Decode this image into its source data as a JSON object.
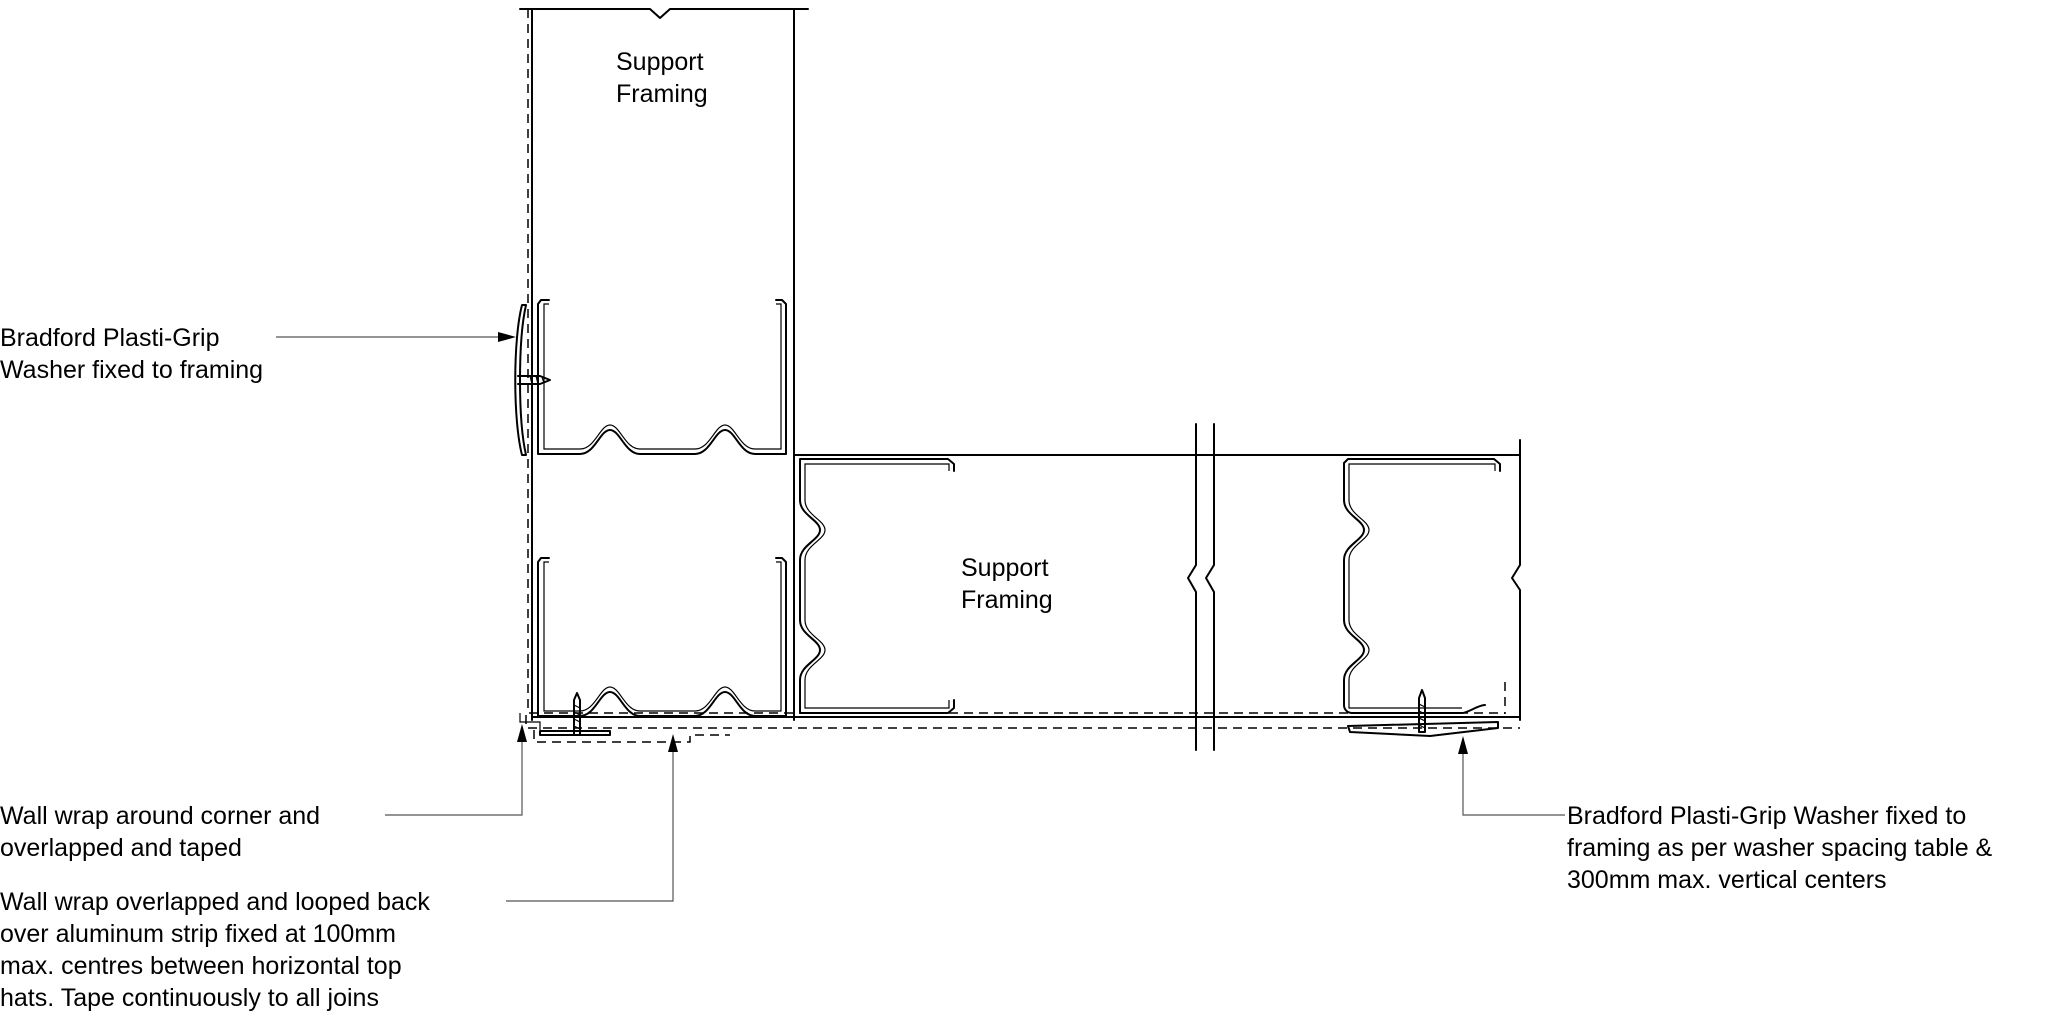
{
  "labels": {
    "support_framing_top": [
      "Support",
      "Framing"
    ],
    "support_framing_bottom": [
      "Support",
      "Framing"
    ],
    "washer_left": [
      "Bradford Plasti-Grip",
      "Washer fixed to framing"
    ],
    "wrap_corner": [
      "Wall wrap around corner and",
      "overlapped and taped"
    ],
    "wrap_looped": [
      "Wall wrap overlapped and looped back",
      "over aluminum strip fixed at 100mm",
      "max. centres between horizontal top",
      "hats. Tape continuously to all joins"
    ],
    "washer_right": [
      "Bradford Plasti-Grip Washer fixed to",
      "framing as per washer spacing table &",
      "300mm max. vertical centers"
    ]
  }
}
